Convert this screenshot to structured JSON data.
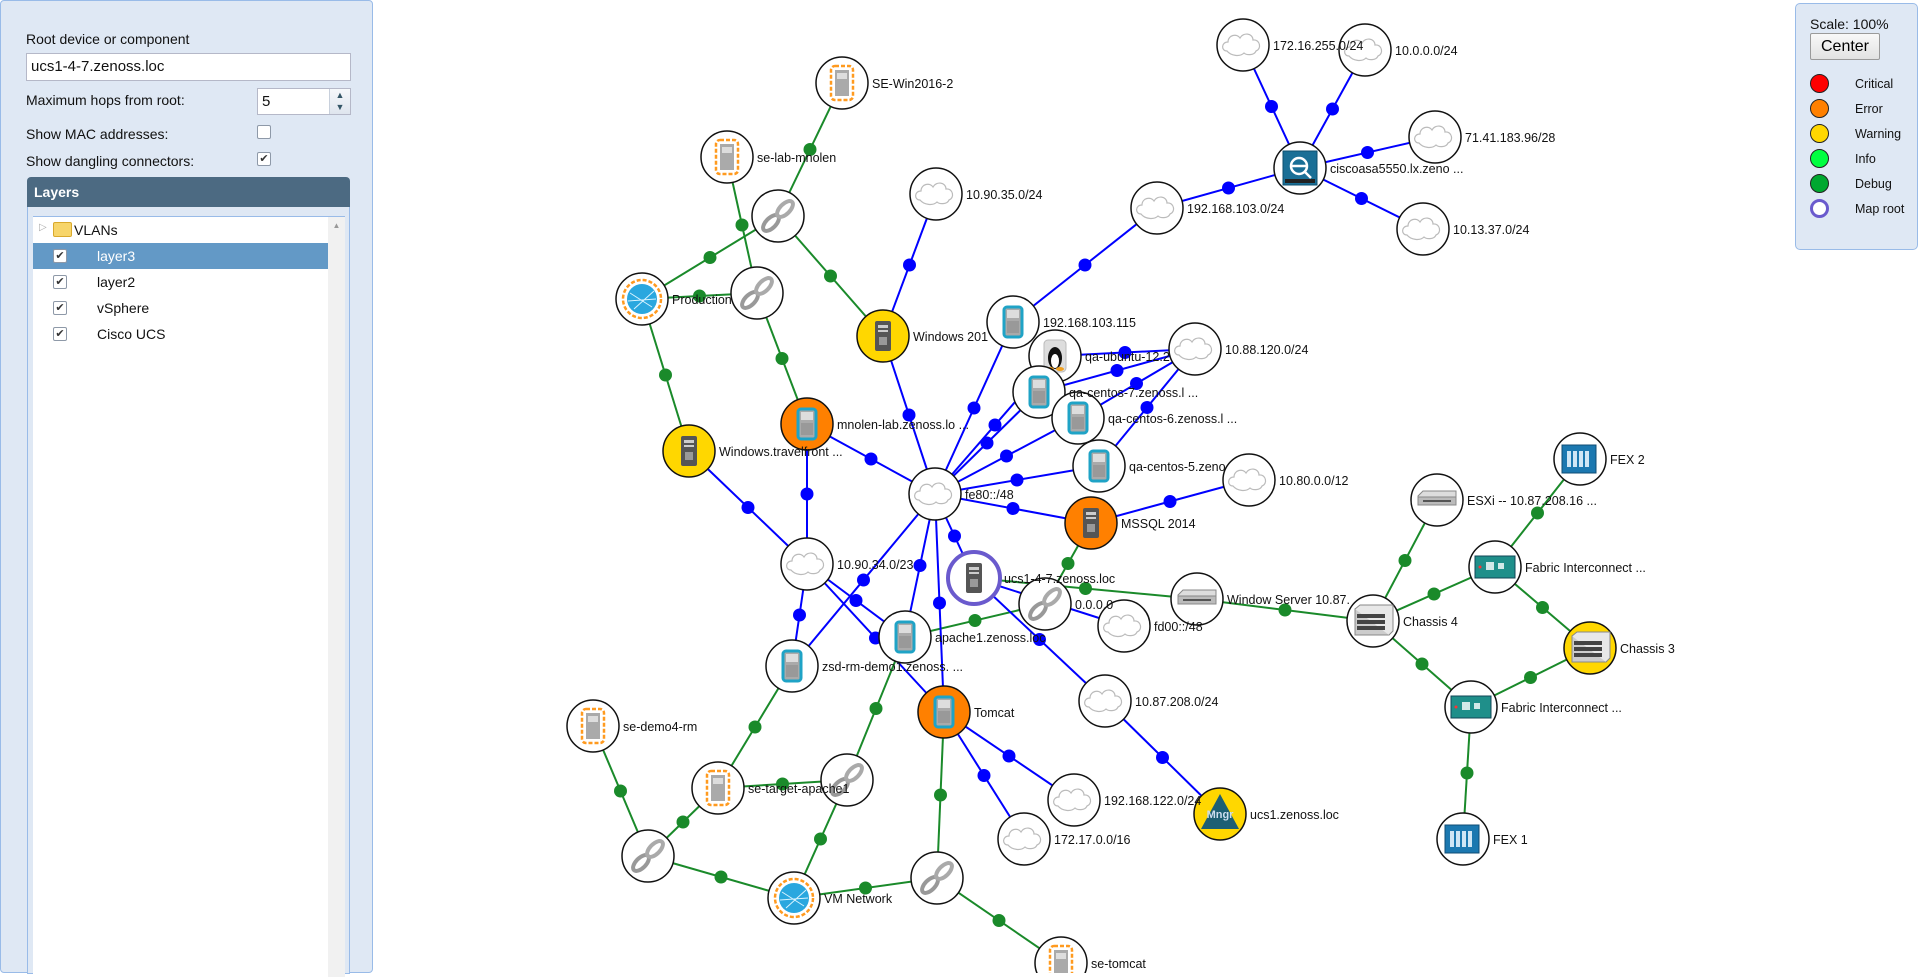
{
  "sidebar": {
    "root_label": "Root device or component",
    "root_value": "ucs1-4-7.zenoss.loc",
    "hops_label": "Maximum hops from root:",
    "hops_value": "5",
    "mac_label": "Show MAC addresses:",
    "mac_checked": false,
    "dangling_label": "Show dangling connectors:",
    "dangling_checked": true,
    "layers_title": "Layers",
    "layers": [
      {
        "label": "VLANs",
        "type": "folder",
        "expanded": false
      },
      {
        "label": "layer3",
        "checked": true,
        "selected": true
      },
      {
        "label": "layer2",
        "checked": true
      },
      {
        "label": "vSphere",
        "checked": true
      },
      {
        "label": "Cisco UCS",
        "checked": true
      }
    ]
  },
  "legend": {
    "scale_text": "Scale: 100%",
    "center_label": "Center",
    "items": [
      {
        "label": "Critical",
        "color": "#ff0000"
      },
      {
        "label": "Error",
        "color": "#ff8000"
      },
      {
        "label": "Warning",
        "color": "#ffd700"
      },
      {
        "label": "Info",
        "color": "#00ff40"
      },
      {
        "label": "Debug",
        "color": "#00a830"
      },
      {
        "label": "Map root",
        "color": "#ffffff",
        "ring": "#6a5acd"
      }
    ]
  },
  "colors": {
    "layer3_edge": "#0000ff",
    "layer2_edge": "#1a8a2a",
    "error": "#ff8000",
    "warning": "#ffd700",
    "root_ring": "#6a5acd"
  },
  "graph": {
    "nodes": [
      {
        "label": "SE-Win2016-2",
        "icon": "vm-icon"
      },
      {
        "label": "se-lab-mnolen",
        "icon": "vm-icon"
      },
      {
        "label": "",
        "icon": "link-icon"
      },
      {
        "label": "Production",
        "icon": "globe-icon"
      },
      {
        "label": "",
        "icon": "link-icon"
      },
      {
        "label": "10.90.35.0/24",
        "icon": "cloud-icon"
      },
      {
        "label": "Windows 201",
        "icon": "windows-device-icon",
        "status": "warning"
      },
      {
        "label": "mnolen-lab.zenoss.lo ...",
        "icon": "server-icon",
        "status": "error"
      },
      {
        "label": "Windows.travelfront ...",
        "icon": "windows-device-icon",
        "status": "warning"
      },
      {
        "label": "172.16.255.0/24",
        "icon": "cloud-icon"
      },
      {
        "label": "10.0.0.0/24",
        "icon": "cloud-icon"
      },
      {
        "label": "71.41.183.96/28",
        "icon": "cloud-icon"
      },
      {
        "label": "ciscoasa5550.lx.zeno ...",
        "icon": "firewall-icon"
      },
      {
        "label": "10.13.37.0/24",
        "icon": "cloud-icon"
      },
      {
        "label": "192.168.103.0/24",
        "icon": "cloud-icon"
      },
      {
        "label": "192.168.103.115",
        "icon": "server-icon"
      },
      {
        "label": "qa-ubuntu-12.2",
        "icon": "linux-icon"
      },
      {
        "label": "10.88.120.0/24",
        "icon": "cloud-icon"
      },
      {
        "label": "qa-centos-7.zenoss.l ...",
        "icon": "server-icon"
      },
      {
        "label": "qa-centos-6.zenoss.l ...",
        "icon": "server-icon"
      },
      {
        "label": "qa-centos-5.zeno",
        "icon": "server-icon"
      },
      {
        "label": "10.80.0.0/12",
        "icon": "cloud-icon"
      },
      {
        "label": "fe80::/48",
        "icon": "cloud-icon"
      },
      {
        "label": "MSSQL 2014",
        "icon": "windows-device-icon",
        "status": "error"
      },
      {
        "label": "10.90.34.0/23",
        "icon": "cloud-icon"
      },
      {
        "label": "ucs1-4-7.zenoss.loc",
        "icon": "windows-device-icon",
        "root": true
      },
      {
        "label": "0.0.0.0",
        "icon": "link-icon"
      },
      {
        "label": "Window Server 10.87.",
        "icon": "switch-icon"
      },
      {
        "label": "fd00::/48",
        "icon": "cloud-icon"
      },
      {
        "label": "apache1.zenoss.loc",
        "icon": "server-icon"
      },
      {
        "label": "zsd-rm-demo1.zenoss. ...",
        "icon": "server-icon"
      },
      {
        "label": "Tomcat",
        "icon": "server-icon",
        "status": "error"
      },
      {
        "label": "10.87.208.0/24",
        "icon": "cloud-icon"
      },
      {
        "label": "192.168.122.0/24",
        "icon": "cloud-icon"
      },
      {
        "label": "172.17.0.0/16",
        "icon": "cloud-icon"
      },
      {
        "label": "ucs1.zenoss.loc",
        "icon": "manager-icon",
        "status": "warning",
        "logo_text": "Mngr"
      },
      {
        "label": "ESXi -- 10.87.208.16 ...",
        "icon": "switch-icon"
      },
      {
        "label": "FEX 2",
        "icon": "fex-icon"
      },
      {
        "label": "Fabric Interconnect ...",
        "icon": "fabric-interconnect-icon"
      },
      {
        "label": "Chassis 4",
        "icon": "chassis-icon"
      },
      {
        "label": "Chassis 3",
        "icon": "chassis-icon",
        "status": "warning"
      },
      {
        "label": "Fabric Interconnect ...",
        "icon": "fabric-interconnect-icon"
      },
      {
        "label": "FEX 1",
        "icon": "fex-icon"
      },
      {
        "label": "se-demo4-rm",
        "icon": "vm-icon"
      },
      {
        "label": "se-target-apache1",
        "icon": "vm-icon"
      },
      {
        "label": "",
        "icon": "link-icon"
      },
      {
        "label": "",
        "icon": "link-icon"
      },
      {
        "label": "VM Network",
        "icon": "globe-icon"
      },
      {
        "label": "",
        "icon": "link-icon"
      },
      {
        "label": "se-tomcat",
        "icon": "vm-icon"
      }
    ]
  }
}
